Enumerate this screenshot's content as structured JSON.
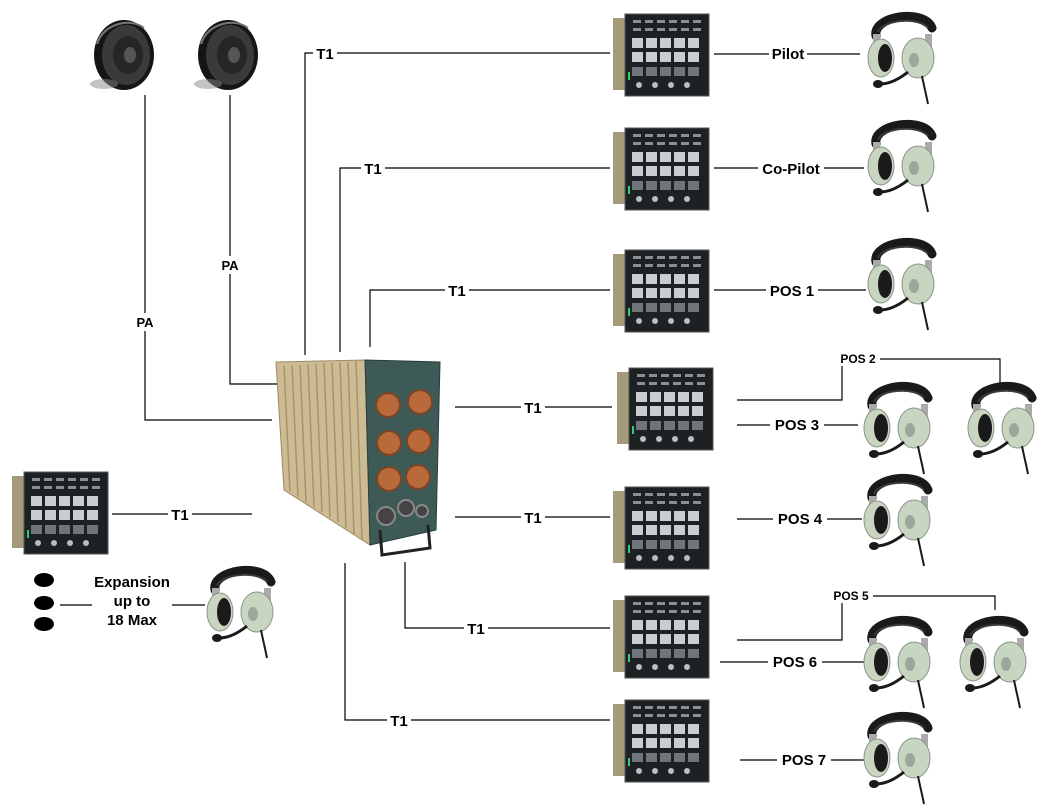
{
  "labels": {
    "t1": "T1",
    "pa": "PA",
    "pilot": "Pilot",
    "copilot": "Co-Pilot",
    "pos1": "POS 1",
    "pos2": "POS 2",
    "pos3": "POS 3",
    "pos4": "POS 4",
    "pos5": "POS 5",
    "pos6": "POS 6",
    "pos7": "POS 7"
  },
  "expansion": {
    "line1": "Expansion",
    "line2": "up to",
    "line3": "18 Max"
  },
  "colors": {
    "chassis": "#cdbb94",
    "chassis_dark": "#a6946b",
    "front_panel": "#3d5a57",
    "connector": "#b86a3a",
    "panel_face": "#1d2124",
    "panel_tan": "#a59a7a",
    "headset_green": "#c8d5c0",
    "headset_black": "#1a1a1a",
    "speaker": "#222222"
  }
}
